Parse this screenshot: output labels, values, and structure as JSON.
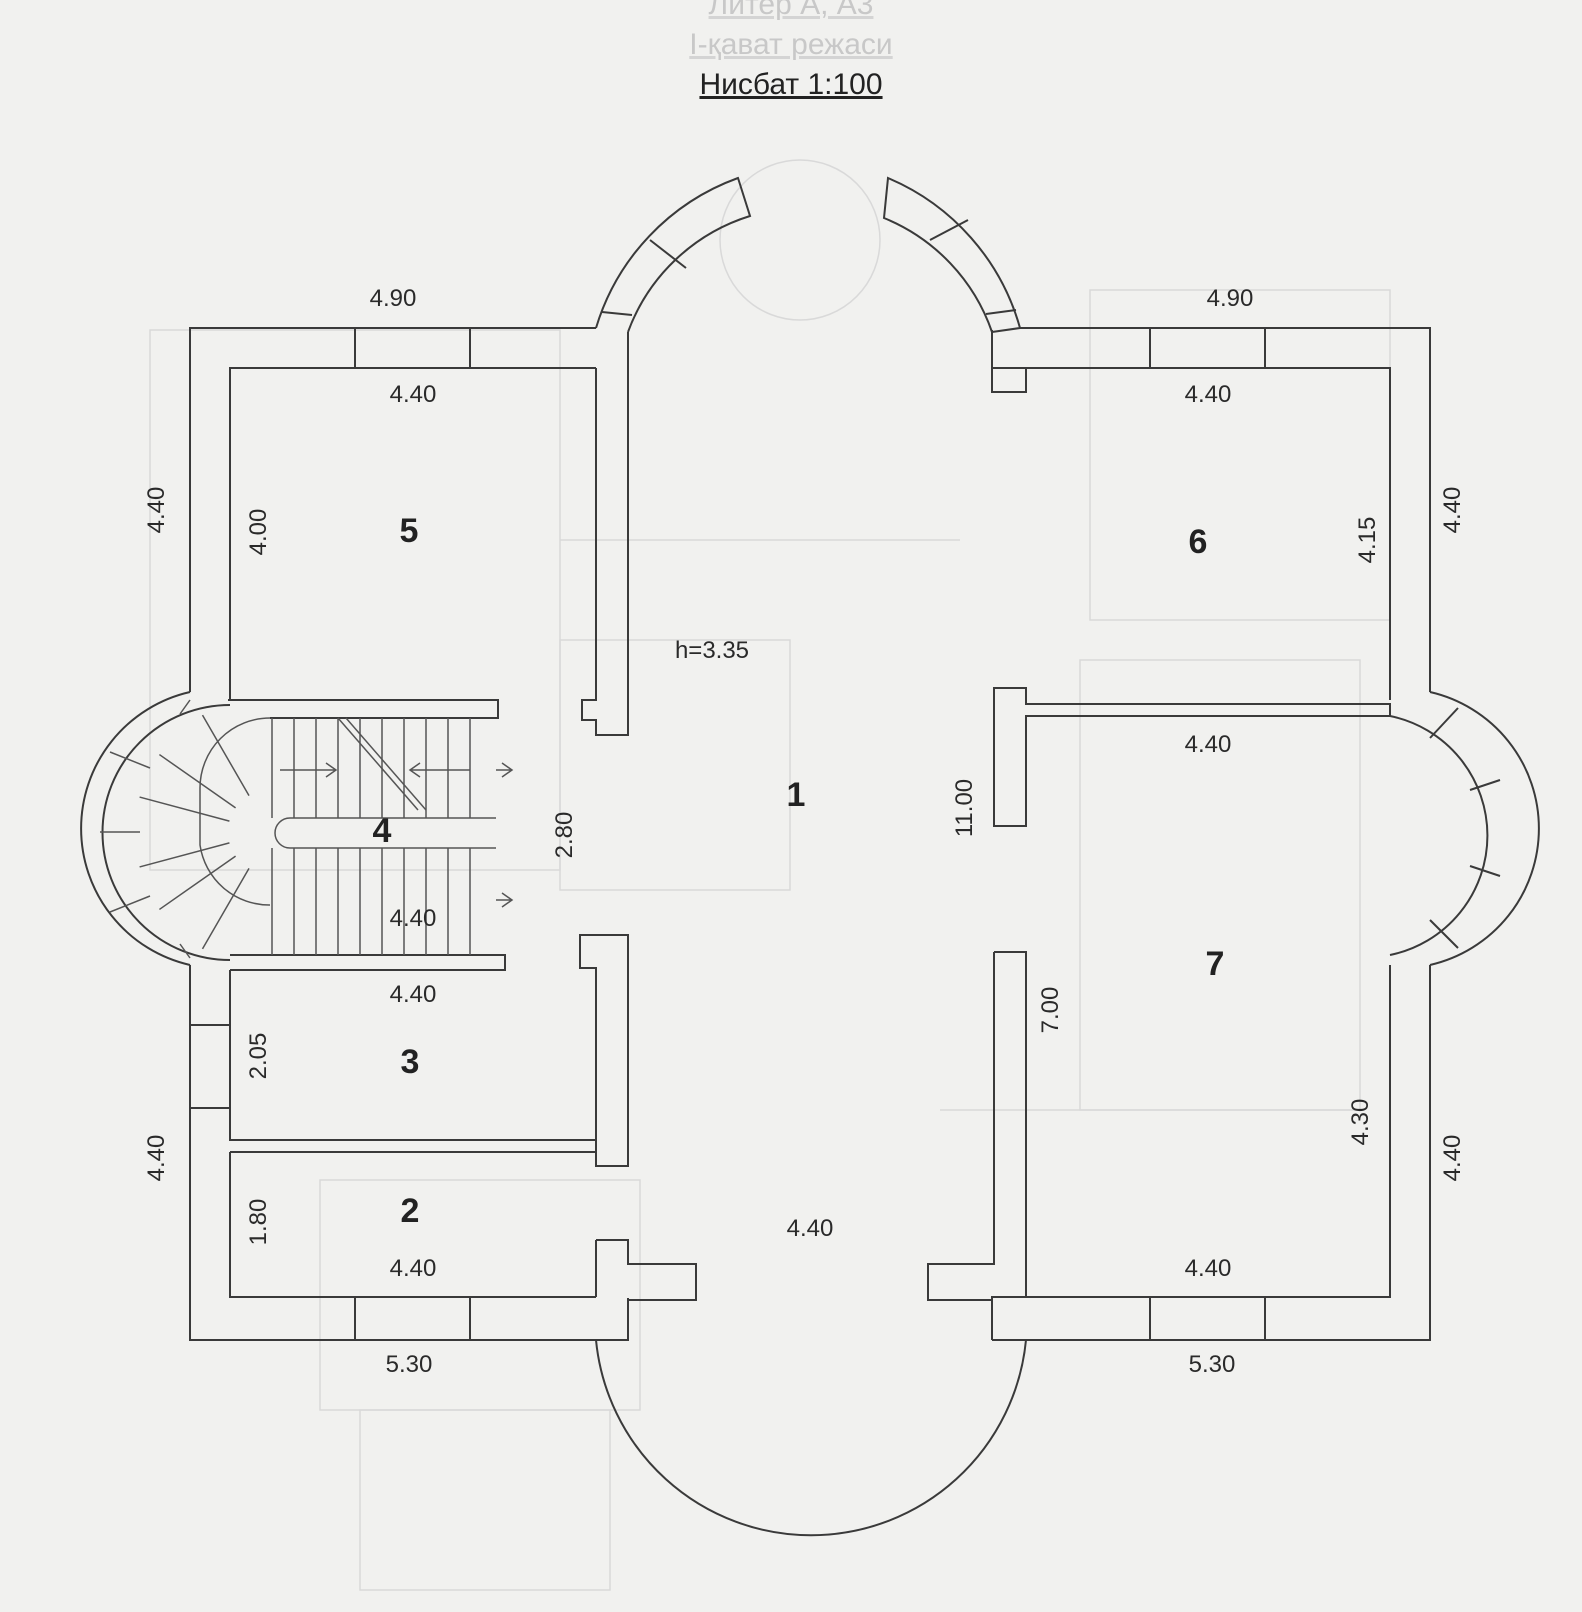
{
  "header": {
    "line1": "Литер А, А3",
    "line2": "I-қават режаси",
    "line3": "Нисбат 1:100"
  },
  "rooms": [
    {
      "id": "1",
      "label": "1"
    },
    {
      "id": "2",
      "label": "2"
    },
    {
      "id": "3",
      "label": "3"
    },
    {
      "id": "4",
      "label": "4"
    },
    {
      "id": "5",
      "label": "5"
    },
    {
      "id": "6",
      "label": "6"
    },
    {
      "id": "7",
      "label": "7"
    }
  ],
  "dimensions": {
    "top_left_outer": "4.90",
    "top_right_outer": "4.90",
    "room5_width": "4.40",
    "room5_height": "4.00",
    "room6_width": "4.40",
    "room6_height": "4.15",
    "left_outer_upper": "4.40",
    "right_outer_upper": "4.40",
    "ceiling_height": "h=3.35",
    "room7_top_width": "4.40",
    "hall_length": "11.00",
    "stair_depth": "2.80",
    "stair_width": "4.40",
    "room3_width": "4.40",
    "room3_height": "2.05",
    "room7_height": "7.00",
    "left_outer_lower": "4.40",
    "right_outer_lower": "4.40",
    "room7_inner_height": "4.30",
    "room2_height": "1.80",
    "room2_width": "4.40",
    "hall_width": "4.40",
    "room7_bottom_width": "4.40",
    "bottom_left_outer": "5.30",
    "bottom_right_outer": "5.30"
  }
}
